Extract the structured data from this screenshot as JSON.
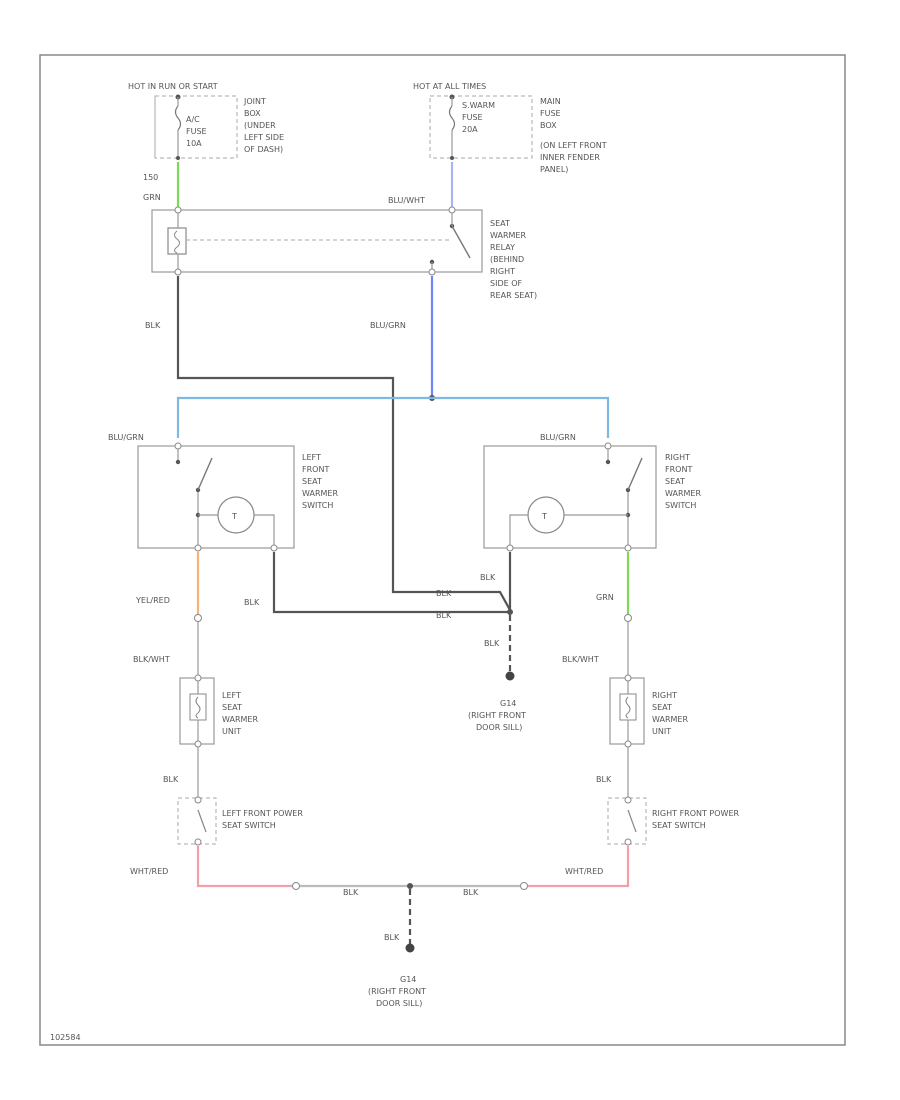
{
  "fuses": {
    "left": {
      "header": "HOT IN RUN OR START",
      "fuse_lines": [
        "A/C",
        "FUSE",
        "10A"
      ],
      "location_lines": [
        "JOINT",
        "BOX",
        "(UNDER",
        "LEFT SIDE",
        "OF DASH)"
      ],
      "circuit_no": "150",
      "wire_color": "GRN"
    },
    "right": {
      "header": "HOT AT ALL TIMES",
      "fuse_lines": [
        "S.WARM",
        "FUSE",
        "20A"
      ],
      "location_lines": [
        "MAIN",
        "FUSE",
        "BOX",
        "(ON LEFT FRONT",
        "INNER FENDER",
        "PANEL)"
      ],
      "wire_color": "BLU/WHT"
    }
  },
  "relay": {
    "label_lines": [
      "SEAT",
      "WARMER",
      "RELAY",
      "(BEHIND",
      "RIGHT",
      "SIDE OF",
      "REAR SEAT)"
    ],
    "ground_wire": "BLK",
    "out_wire": "BLU/GRN"
  },
  "switches": {
    "left": {
      "in_wire": "BLU/GRN",
      "label_lines": [
        "LEFT",
        "FRONT",
        "SEAT",
        "WARMER",
        "SWITCH"
      ],
      "lamp": "T",
      "out_wire": "YEL/RED",
      "ground_wire": "BLK"
    },
    "right": {
      "in_wire": "BLU/GRN",
      "label_lines": [
        "RIGHT",
        "FRONT",
        "SEAT",
        "WARMER",
        "SWITCH"
      ],
      "lamp": "T",
      "out_wire": "GRN",
      "ground_wire": "BLK"
    }
  },
  "mid_ground": {
    "wire_a": "BLK",
    "wire_b": "BLK",
    "drop_wire": "BLK",
    "name": "G14",
    "location_lines": [
      "(RIGHT FRONT",
      "DOOR SILL)"
    ]
  },
  "heaters": {
    "left": {
      "in_wire": "BLK/WHT",
      "label_lines": [
        "LEFT",
        "SEAT",
        "WARMER",
        "UNIT"
      ],
      "out_wire": "BLK"
    },
    "right": {
      "in_wire": "BLK/WHT",
      "label_lines": [
        "RIGHT",
        "SEAT",
        "WARMER",
        "UNIT"
      ],
      "out_wire": "BLK"
    }
  },
  "power_seat_switches": {
    "left": {
      "label_lines": [
        "LEFT FRONT POWER",
        "SEAT SWITCH"
      ],
      "out_wire": "WHT/RED"
    },
    "right": {
      "label_lines": [
        "RIGHT FRONT POWER",
        "SEAT SWITCH"
      ],
      "out_wire": "WHT/RED"
    }
  },
  "bottom_ground": {
    "wire_a": "BLK",
    "wire_b": "BLK",
    "drop_wire": "BLK",
    "name": "G14",
    "location_lines": [
      "(RIGHT FRONT",
      "DOOR SILL)"
    ]
  },
  "figure_id": "102584",
  "colors": {
    "green": "#7ed957",
    "blue_white": "#aab4ee",
    "blue_green": "#6e86f5",
    "teal": "#7fb8e0",
    "black_wire": "#555555",
    "yellow_red": "#f7b27a",
    "white_red": "#f2a0a8",
    "gray": "#bbbbbb"
  }
}
